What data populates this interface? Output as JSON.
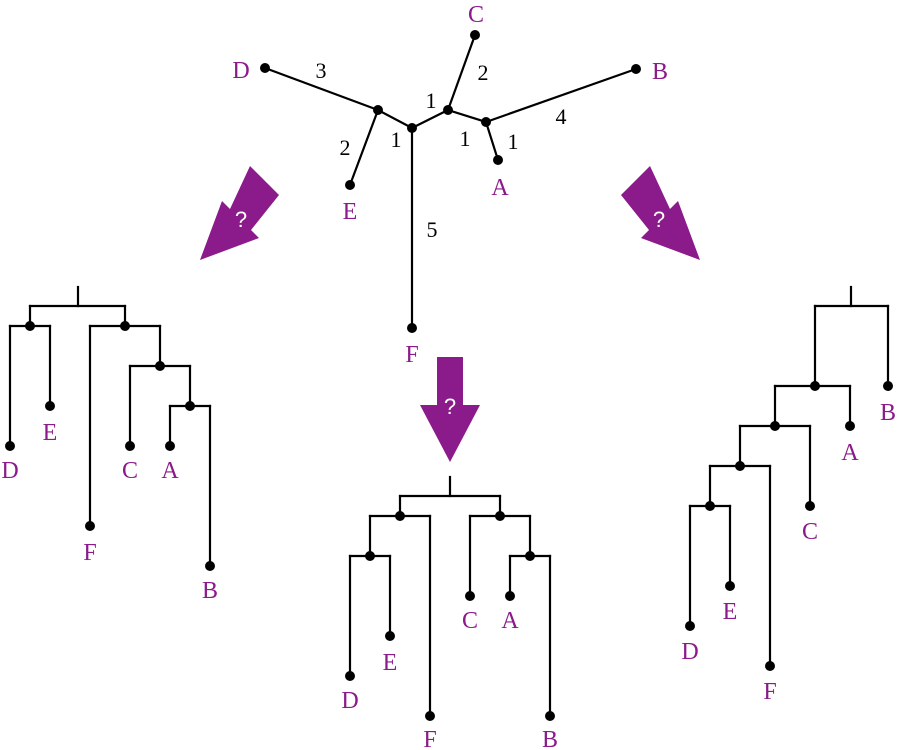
{
  "colors": {
    "accent": "#8b1a8b",
    "line": "#000000"
  },
  "unrooted_tree": {
    "leaves": [
      {
        "name": "D",
        "label": "D"
      },
      {
        "name": "E",
        "label": "E"
      },
      {
        "name": "C",
        "label": "C"
      },
      {
        "name": "B",
        "label": "B"
      },
      {
        "name": "A",
        "label": "A"
      },
      {
        "name": "F",
        "label": "F"
      }
    ],
    "branch_lengths": [
      {
        "name": "d",
        "value": "3"
      },
      {
        "name": "e",
        "value": "2"
      },
      {
        "name": "de-center",
        "value": "1"
      },
      {
        "name": "center-c",
        "value": "1"
      },
      {
        "name": "c",
        "value": "2"
      },
      {
        "name": "cab-ab",
        "value": "1"
      },
      {
        "name": "a",
        "value": "1"
      },
      {
        "name": "b",
        "value": "4"
      },
      {
        "name": "f",
        "value": "5"
      }
    ]
  },
  "arrows": [
    {
      "name": "left",
      "label": "?"
    },
    {
      "name": "middle",
      "label": "?"
    },
    {
      "name": "right",
      "label": "?"
    }
  ],
  "rooted_trees": {
    "left": {
      "leaves": [
        "D",
        "E",
        "F",
        "C",
        "A",
        "B"
      ]
    },
    "middle": {
      "leaves": [
        "D",
        "E",
        "F",
        "C",
        "A",
        "B"
      ]
    },
    "right": {
      "leaves": [
        "D",
        "E",
        "F",
        "C",
        "A",
        "B"
      ]
    }
  }
}
